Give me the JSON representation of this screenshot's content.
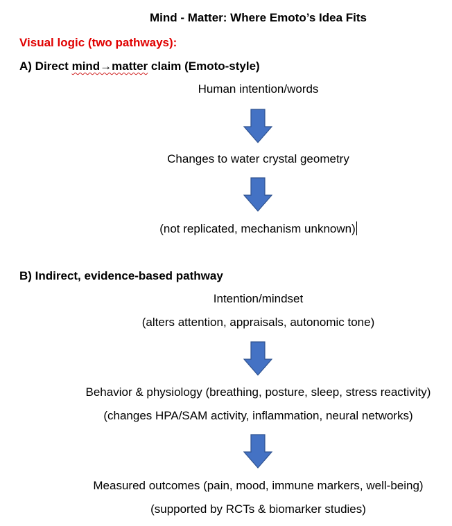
{
  "title": "Mind - Matter: Where Emoto’s Idea Fits",
  "visual_logic_label": "Visual logic (two pathways):",
  "section_a": {
    "prefix": "A) Direct ",
    "highlight": "mind→matter",
    "suffix": " claim (Emoto-style)",
    "steps": [
      "Human intention/words",
      "Changes to water crystal geometry",
      "(not replicated, mechanism unknown)"
    ]
  },
  "section_b": {
    "heading": "B) Indirect, evidence-based pathway",
    "steps": [
      {
        "main": "Intention/mindset",
        "detail": "(alters attention, appraisals, autonomic tone)"
      },
      {
        "main": "Behavior & physiology (breathing, posture, sleep, stress reactivity)",
        "detail": "(changes HPA/SAM activity, inflammation, neural networks)"
      },
      {
        "main": "Measured outcomes (pain, mood, immune markers, well-being)",
        "detail": "(supported by RCTs & biomarker studies)"
      }
    ]
  },
  "colors": {
    "arrow_fill": "#4472c4",
    "arrow_stroke": "#2f528f",
    "accent_red": "#e00000"
  },
  "icons": [
    "down-arrow-icon"
  ]
}
